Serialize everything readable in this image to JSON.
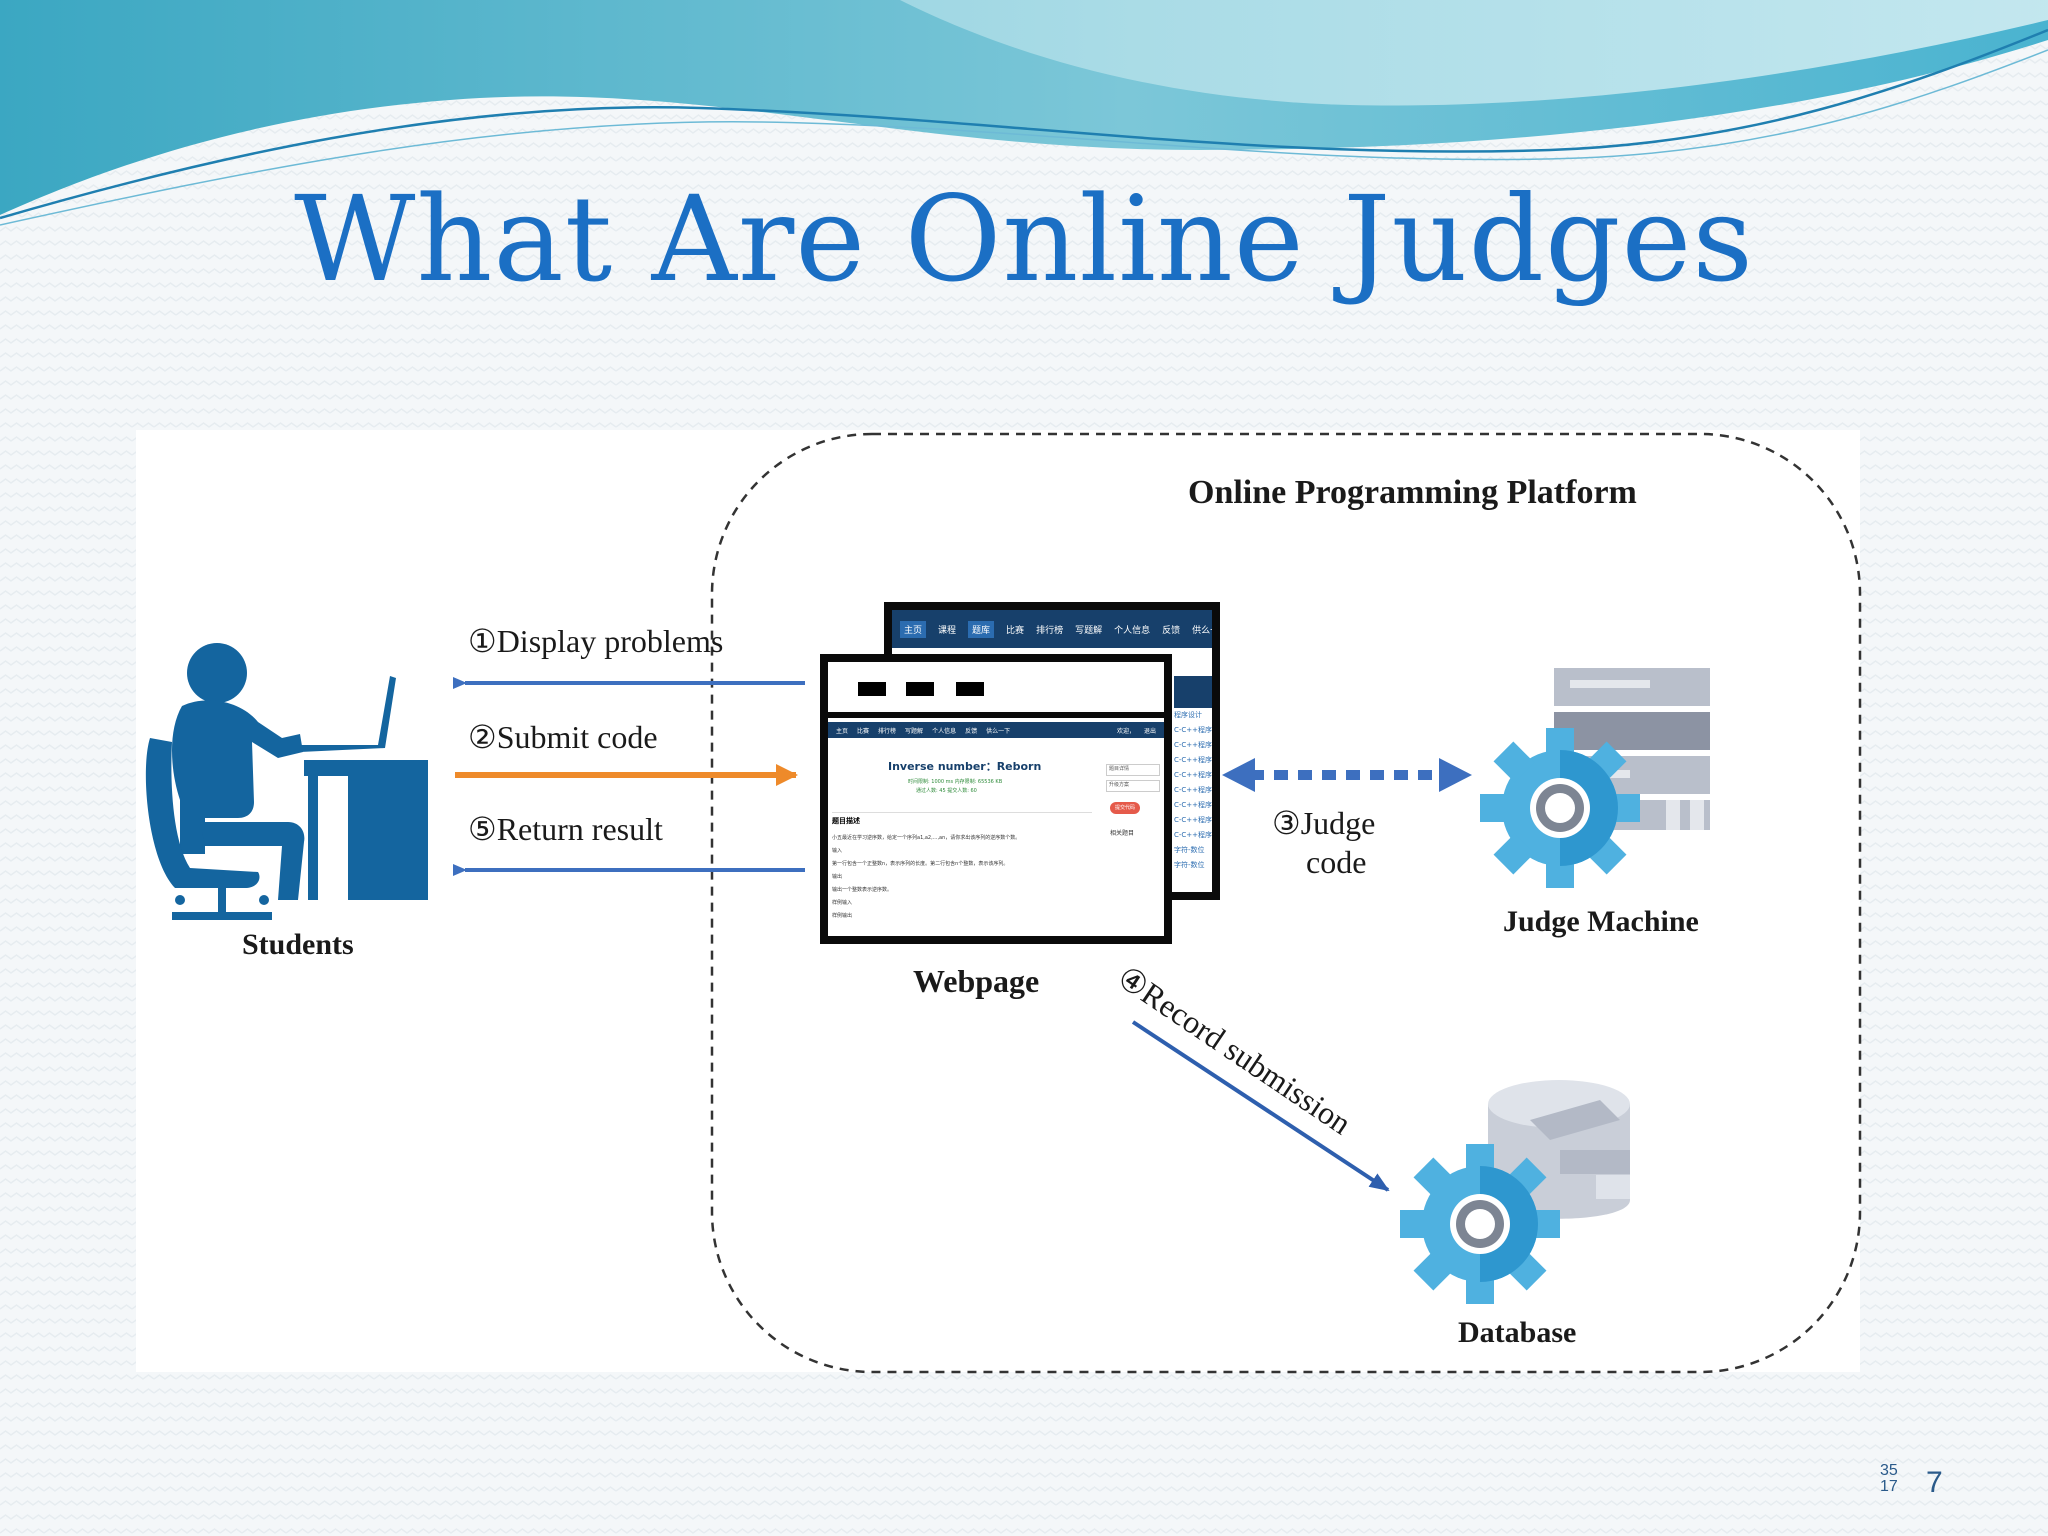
{
  "slide": {
    "title": "What Are Online Judges",
    "page_number": "7",
    "corner_mark_top": "35",
    "corner_mark_bottom": "17"
  },
  "diagram": {
    "platform_label": "Online Programming Platform",
    "students_label": "Students",
    "webpage_label": "Webpage",
    "judge_machine_label": "Judge Machine",
    "database_label": "Database",
    "step1": "①Display problems",
    "step2": "②Submit code",
    "step5": "⑤Return result",
    "step3_line1": "③Judge",
    "step3_line2": "code",
    "step4": "④Record submission",
    "colors": {
      "blue_arrow": "#3d6fbf",
      "orange_arrow": "#ee8a2a",
      "icon_blue": "#14659f",
      "gear_blue": "#4fb1e0"
    }
  },
  "webpage_back": {
    "nav_items": [
      "主页",
      "课程",
      "题库",
      "比赛",
      "排行榜",
      "写题解",
      "个人信息",
      "反馈",
      "供么一下"
    ],
    "side_items": [
      "程序设计",
      "C-C++程序",
      "C-C++程序",
      "C-C++程序",
      "C-C++程序",
      "C-C++程序",
      "C-C++程序",
      "C-C++程序",
      "C-C++程序",
      "字符-数位",
      "字符-数位"
    ]
  },
  "webpage_front": {
    "nav_items": [
      "主页",
      "比赛",
      "排行榜",
      "写题解",
      "个人信息",
      "反馈",
      "供么一下"
    ],
    "nav_right": [
      "欢迎，",
      "退出"
    ],
    "problem_title": "Inverse number：Reborn",
    "stats": "时间限制: 1000 ms  内存限制: 65536 KB",
    "stats2": "通过人数: 45  提交人数: 60",
    "side_box1": "题目详情",
    "side_box2": "升级方案",
    "submit_button": "提交代码",
    "side_link": "相关题目",
    "section_heading": "题目描述",
    "lines": [
      "小五最近在学习逆序数，给定一个序列a1,a2,...,an，请你求出该序列的逆序数个数。",
      "输入",
      "第一行包含一个正整数n，表示序列的长度。第二行包含n个整数，表示该序列。",
      "输出",
      "输出一个整数表示逆序数。",
      "样例输入",
      "样例输出"
    ]
  }
}
